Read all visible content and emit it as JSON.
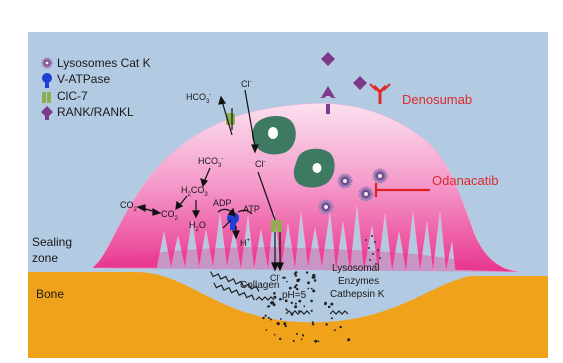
{
  "legend": {
    "items": [
      {
        "label": "Lysosomes Cat K",
        "icon": "lysosome-icon"
      },
      {
        "label": "V-ATPase",
        "icon": "v-atpase-icon"
      },
      {
        "label": "ClC-7",
        "icon": "clc7-channel-icon"
      },
      {
        "label": "RANK/RANKL",
        "icon": "rank-rankl-icon"
      }
    ]
  },
  "drugs": {
    "denosumab": "Denosumab",
    "odanacatib": "Odanacatib"
  },
  "labels": {
    "sealing_zone_line1": "Sealing",
    "sealing_zone_line2": "zone",
    "bone": "Bone",
    "collagen": "Collagen",
    "ph": "pH=5",
    "lysosomal_line1": "Lysosomal",
    "lysosomal_line2": "Enzymes",
    "lysosomal_line3": "Cathepsin K",
    "hco3_top": "HCO",
    "hco3_mid": "HCO",
    "sub3": "3",
    "charge_minus": "-",
    "cl_top": "Cl",
    "cl_mid": "Cl",
    "cl_bottom": "Cl",
    "co2_left": "CO",
    "co2_inner": "CO",
    "sub2": "2",
    "h2co3_h": "H",
    "h2co3_co": "CO",
    "h2o_h": "H",
    "h2o_o": "O",
    "adp": "ADP",
    "atp": "ATP",
    "h_plus": "H",
    "charge_plus": "+"
  },
  "colors": {
    "background": "#b3cae3",
    "cell_light": "#f7c8e3",
    "cell_dark": "#ea3c96",
    "bone": "#f0a31a",
    "nucleus": "#3e7a62",
    "clc7": "#8cae4c",
    "rank": "#7d3a8c",
    "denosumab": "#dd2a2a",
    "vatpase": "#1f3fd6",
    "lysosome": "#b184c4"
  }
}
